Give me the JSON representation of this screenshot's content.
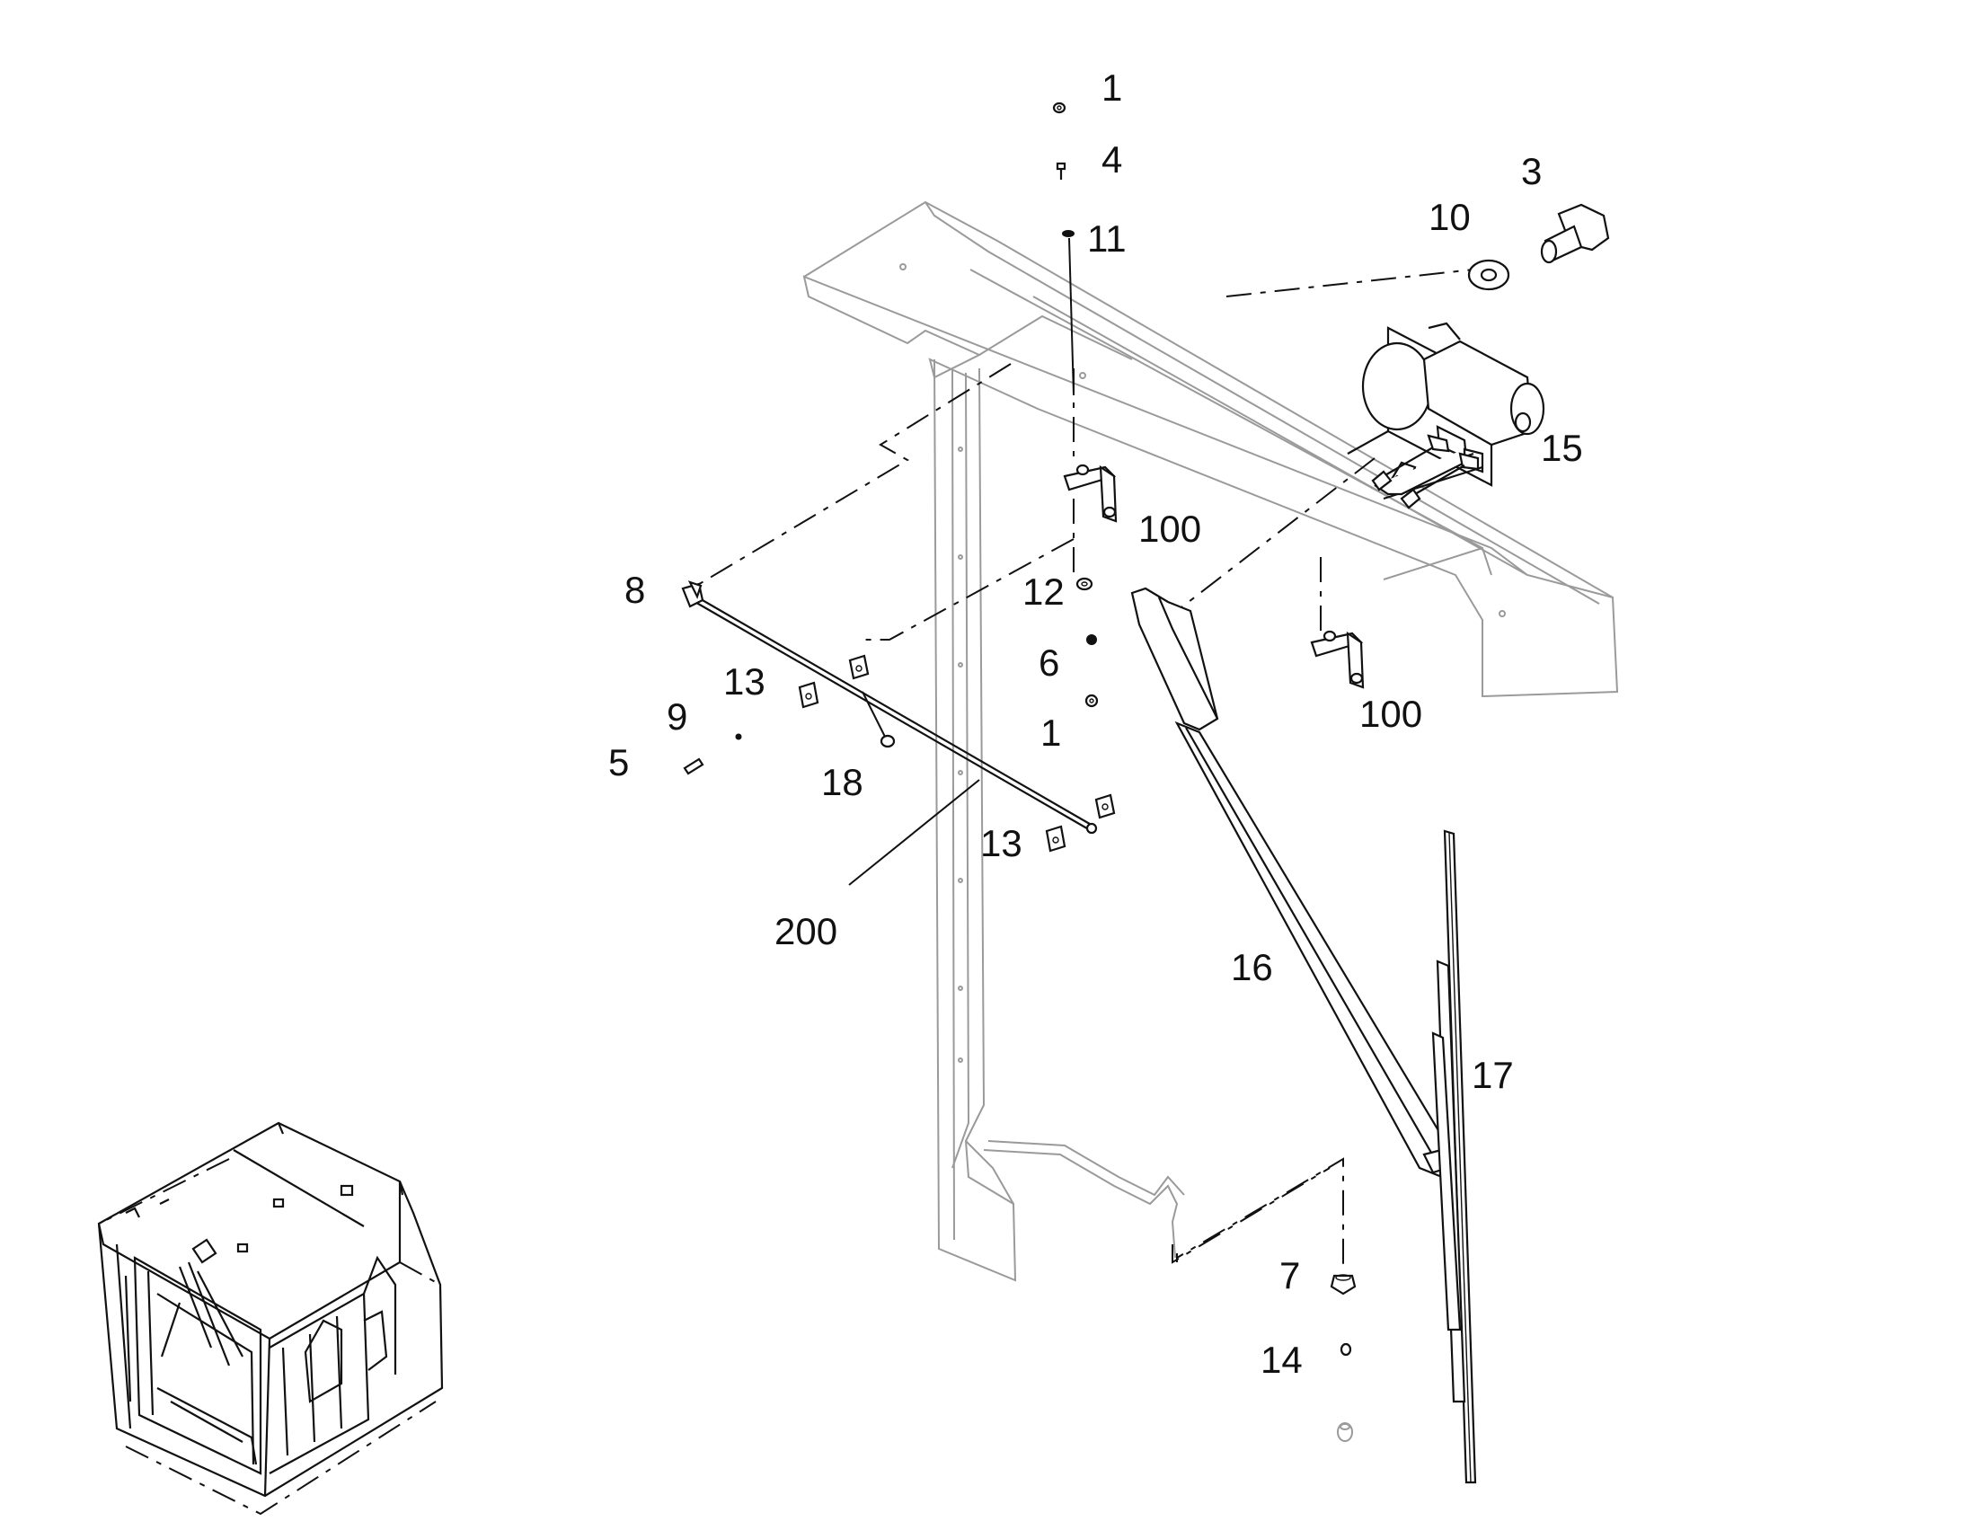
{
  "diagram": {
    "callouts": [
      {
        "id": "c1a",
        "label": "1"
      },
      {
        "id": "c4",
        "label": "4"
      },
      {
        "id": "c11",
        "label": "11"
      },
      {
        "id": "c3",
        "label": "3"
      },
      {
        "id": "c10",
        "label": "10"
      },
      {
        "id": "c15",
        "label": "15"
      },
      {
        "id": "c100a",
        "label": "100"
      },
      {
        "id": "c8",
        "label": "8"
      },
      {
        "id": "c12",
        "label": "12"
      },
      {
        "id": "c13a",
        "label": "13"
      },
      {
        "id": "c6",
        "label": "6"
      },
      {
        "id": "c100b",
        "label": "100"
      },
      {
        "id": "c9",
        "label": "9"
      },
      {
        "id": "c1b",
        "label": "1"
      },
      {
        "id": "c5",
        "label": "5"
      },
      {
        "id": "c18",
        "label": "18"
      },
      {
        "id": "c13b",
        "label": "13"
      },
      {
        "id": "c200",
        "label": "200"
      },
      {
        "id": "c16",
        "label": "16"
      },
      {
        "id": "c17",
        "label": "17"
      },
      {
        "id": "c7",
        "label": "7"
      },
      {
        "id": "c14",
        "label": "14"
      }
    ]
  }
}
